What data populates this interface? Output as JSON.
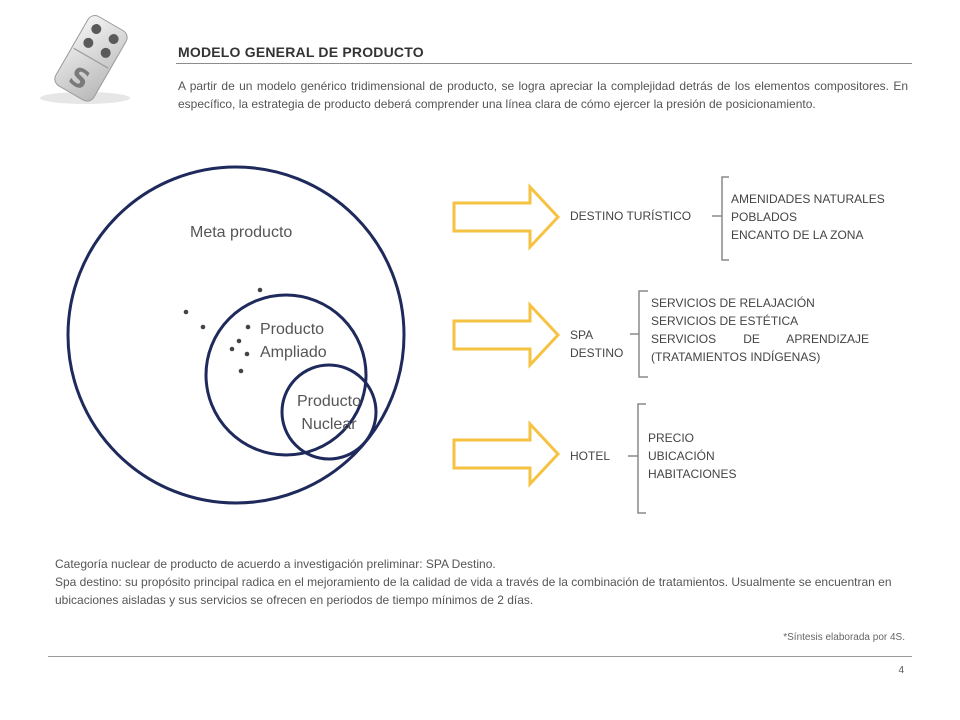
{
  "header": {
    "title": "MODELO GENERAL DE PRODUCTO",
    "intro": "A partir de un modelo genérico tridimensional de producto, se logra apreciar la complejidad detrás de los elementos compositores. En específico, la estrategia de producto deberá comprender una línea clara de cómo ejercer la presión de posicionamiento."
  },
  "diagram": {
    "outer_label": "Meta producto",
    "middle_label_line1": "Producto",
    "middle_label_line2": "Ampliado",
    "inner_label_line1": "Producto",
    "inner_label_line2": "Nuclear",
    "colors": {
      "circle": "#1f2a5c",
      "arrow": "#f5c242",
      "bracket": "#8a8a8a"
    },
    "categories": [
      {
        "label_lines": [
          "DESTINO TURÍSTICO"
        ],
        "items": [
          "AMENIDADES NATURALES",
          "POBLADOS",
          "ENCANTO DE LA ZONA"
        ]
      },
      {
        "label_lines": [
          "SPA",
          "DESTINO"
        ],
        "items": [
          "SERVICIOS DE RELAJACIÓN",
          "SERVICIOS DE ESTÉTICA",
          "SERVICIOS DE APRENDIZAJE",
          "(TRATAMIENTOS INDÍGENAS)"
        ]
      },
      {
        "label_lines": [
          "HOTEL"
        ],
        "items": [
          "PRECIO",
          "UBICACIÓN",
          "HABITACIONES"
        ]
      }
    ]
  },
  "footer": {
    "line1": "Categoría nuclear de producto de acuerdo a investigación preliminar: SPA Destino.",
    "line2": "Spa destino: su propósito principal radica en el mejoramiento de la calidad de vida a través de la combinación de tratamientos. Usualmente se encuentran en ubicaciones aisladas y sus servicios se ofrecen en periodos de tiempo mínimos de 2 días.",
    "synthesis": "*Síntesis elaborada por 4S.",
    "page_number": "4"
  }
}
